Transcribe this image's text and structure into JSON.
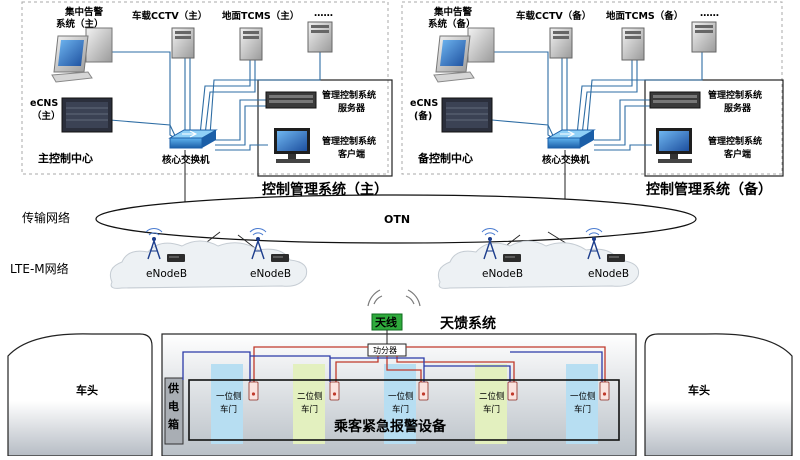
{
  "main_center": {
    "alarm_label_1": "集中告警",
    "alarm_label_2": "系统（主）",
    "cctv_label": "车载CCTV（主）",
    "tcms_label": "地面TCMS（主）",
    "ellipsis": "……",
    "ecns_label_1": "eCNS",
    "ecns_label_2": "（主）",
    "server_label_1": "管理控制系统",
    "server_label_2": "服务器",
    "client_label_1": "管理控制系统",
    "client_label_2": "客户端",
    "switch_label": "核心交换机",
    "center_label": "主控制中心",
    "system_label": "控制管理系统（主）"
  },
  "backup_center": {
    "alarm_label_1": "集中告警",
    "alarm_label_2": "系统（备）",
    "cctv_label": "车载CCTV（备）",
    "tcms_label": "地面TCMS（备）",
    "ellipsis": "……",
    "ecns_label_1": "eCNS",
    "ecns_label_2": "(备)",
    "server_label_1": "管理控制系统",
    "server_label_2": "服务器",
    "client_label_1": "管理控制系统",
    "client_label_2": "客户端",
    "switch_label": "核心交换机",
    "center_label": "备控制中心",
    "system_label": "控制管理系统（备）"
  },
  "network": {
    "transport_label": "传输网络",
    "otn_label": "OTN",
    "lte_label": "LTE-M网络",
    "enodeb_labels": [
      "eNodeB",
      "eNodeB",
      "eNodeB",
      "eNodeB"
    ]
  },
  "train": {
    "antenna_label": "天线",
    "antenna_system_label": "天馈系统",
    "splitter_label": "功分器",
    "head_left_label": "车头",
    "head_right_label": "车头",
    "power_box_label": [
      "供",
      "电",
      "箱"
    ],
    "doors": [
      {
        "line1": "一位侧",
        "line2": "车门"
      },
      {
        "line1": "二位侧",
        "line2": "车门"
      },
      {
        "line1": "一位侧",
        "line2": "车门"
      },
      {
        "line1": "二位侧",
        "line2": "车门"
      },
      {
        "line1": "一位侧",
        "line2": "车门"
      }
    ],
    "alarm_device_label": "乘客紧急报警设备"
  },
  "colors": {
    "link_blue": "#2e6da4",
    "cable_red": "#c0392b",
    "cable_blue": "#2b3aa8",
    "door_blue": "#b7def2",
    "door_green": "#e3f0bf",
    "antenna_green": "#2faa3c"
  }
}
